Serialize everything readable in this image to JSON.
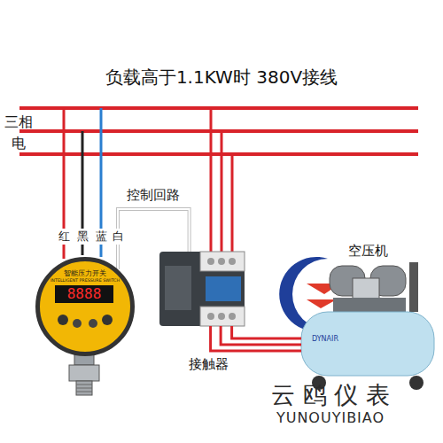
{
  "diagram": {
    "title": "负载高于1.1KW时 380V接线",
    "nodes": [
      {
        "text": [
          "智能压力开关",
          "INTELLIGENT PRESSURE SWITCH"
        ]
      },
      {
        "text": [
          "接触器"
        ]
      },
      {
        "text": [
          "空压机",
          "DYNAIR"
        ]
      }
    ],
    "edges": [
      {
        "from": 0,
        "to": 1,
        "arrow": "none",
        "label": "控制回路"
      },
      {
        "from": 1,
        "to": 2,
        "arrow": "none"
      }
    ],
    "labels": [
      "三相电",
      "红",
      "黑",
      "蓝",
      "白",
      "8888",
      "云 鸥 仪 表",
      "YUNOUYIBIAO"
    ]
  }
}
